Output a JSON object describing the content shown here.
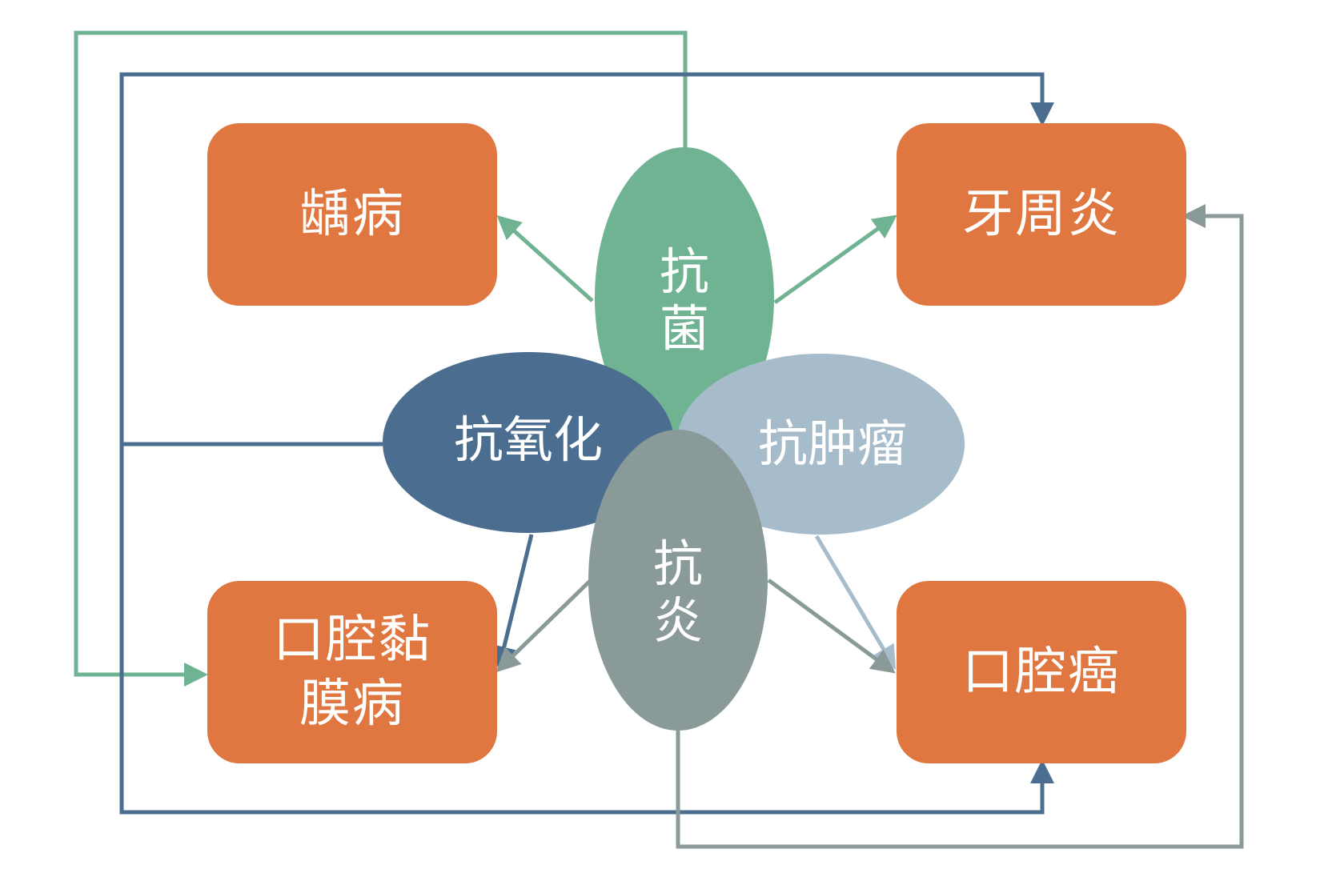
{
  "colors": {
    "box": "#E07640",
    "antibacterial": "#6FB393",
    "antioxidant": "#4A6D90",
    "antitumor": "#A7BCCB",
    "antiinflammatory": "#8A9A99",
    "arrow_green": "#6FB393",
    "arrow_blue": "#4A6D90",
    "arrow_lightblue": "#A7BCCB",
    "arrow_gray": "#8A9A99"
  },
  "diseases": {
    "caries": "龋病",
    "periodontitis": "牙周炎",
    "oral_mucosal": "口腔黏\n膜病",
    "oral_cancer": "口腔癌"
  },
  "effects": {
    "antibacterial": "抗\n菌",
    "antioxidant": "抗氧化",
    "antitumor": "抗肿瘤",
    "antiinflammatory": "抗\n炎"
  }
}
